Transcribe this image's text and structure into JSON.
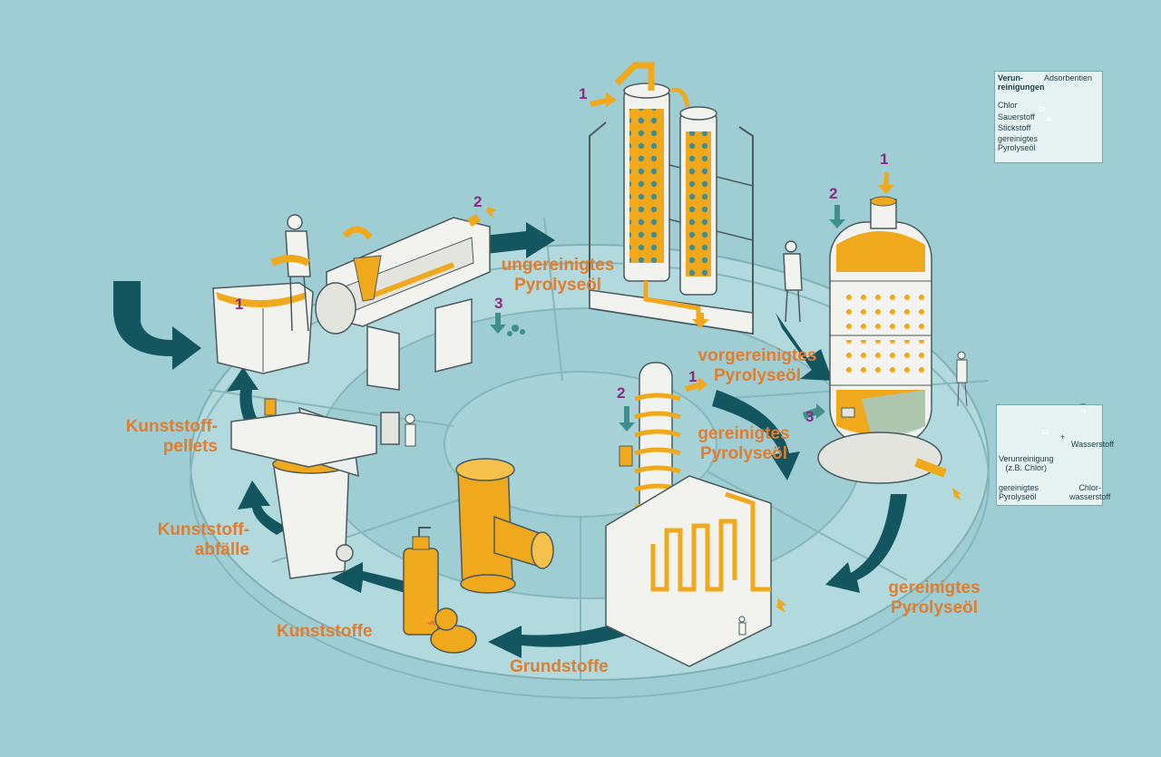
{
  "labels": {
    "ungereinigtes": "ungereinigtes\nPyrolyseöl",
    "vorgereinigtes": "vorgereinigtes\nPyrolyseöl",
    "gereinigtes_mid": "gereinigtes\nPyrolyseöl",
    "gereinigtes_right": "gereinigtes\nPyrolyseöl",
    "grundstoffe": "Grundstoffe",
    "kunststoffe": "Kunststoffe",
    "abfaelle": "Kunststoff-\nabfälle",
    "pellets": "Kunststoff-\npellets"
  },
  "numbers": {
    "n1_bag": "1",
    "n2_extruder": "2",
    "n3_extruder": "3",
    "n1_columns": "1",
    "n1_reactor": "1",
    "n2_reactor": "2",
    "n3_reactor": "3",
    "n1_distill": "1",
    "n2_distill": "2"
  },
  "inset_top": {
    "col1": "Verun-\nreinigungen",
    "col2": "Adsorbentien",
    "chlor": "Chlor",
    "sauerstoff": "Sauerstoff",
    "stickstoff": "Stickstoff",
    "gereinigtes": "gereinigtes\nPyrolyseöl",
    "atom_cl": "Cl",
    "atom_o": "O",
    "atom_n": "N"
  },
  "inset_bottom": {
    "verunreinigung": "Verunreinigung\n(z.B. Chlor)",
    "gereinigtes": "gereinigtes\nPyrolyseöl",
    "plus": "+",
    "wasserstoff": "Wasserstoff",
    "chlorwasserstoff": "Chlor-\nwasserstoff",
    "atom_cl": "Cl",
    "atom_h": "H"
  },
  "colors": {
    "background": "#9ecdd3",
    "arrow": "#145660",
    "label_orange": "#e07d2f",
    "number_purple": "#8a2a84",
    "equipment": "#f2f2ef",
    "pellet_yellow": "#f0a81c"
  }
}
